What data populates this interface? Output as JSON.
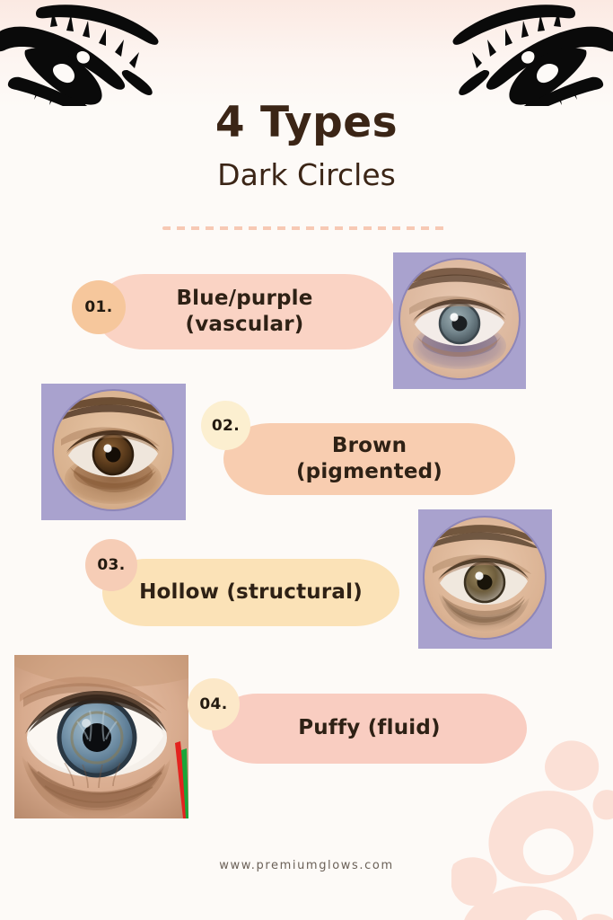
{
  "page": {
    "background_color": "#fdfaf7",
    "accent_peach": "#f7cdb0",
    "accent_pink": "#f9cfc2",
    "accent_cream": "#fbe3b9",
    "text_color": "#3b2516"
  },
  "header": {
    "title": "4 Types",
    "subtitle": "Dark Circles",
    "divider_color": "#f6c0a8"
  },
  "decor": {
    "left_eye_icon": "eye-silhouette-icon",
    "right_eye_icon": "eye-silhouette-icon",
    "corner_blob": "organic-blob-decoration"
  },
  "items": [
    {
      "number": "01.",
      "label": "Blue/purple\n(vascular)",
      "label_line1": "Blue/purple",
      "label_line2": "(vascular)",
      "pill_color": "#fad3c4",
      "badge_color": "#f6c79c",
      "photo_side": "right",
      "photo_name": "eye-photo-vascular",
      "photo_frame": "#a9a2ce"
    },
    {
      "number": "02.",
      "label": "Brown\n(pigmented)",
      "label_line1": "Brown",
      "label_line2": "(pigmented)",
      "pill_color": "#f8cdb0",
      "badge_color": "#fcefd0",
      "photo_side": "left",
      "photo_name": "eye-photo-pigmented",
      "photo_frame": "#a9a2ce"
    },
    {
      "number": "03.",
      "label": "Hollow (structural)",
      "label_line1": "Hollow (structural)",
      "label_line2": "",
      "pill_color": "#fbe2b7",
      "badge_color": "#f6cdb6",
      "photo_side": "right",
      "photo_name": "eye-photo-hollow",
      "photo_frame": "#a9a2ce"
    },
    {
      "number": "04.",
      "label": "Puffy (fluid)",
      "label_line1": "Puffy (fluid)",
      "label_line2": "",
      "pill_color": "#f9cdc1",
      "badge_color": "#fce8c8",
      "photo_side": "left",
      "photo_name": "eye-photo-puffy",
      "photo_frame": "none"
    }
  ],
  "footer": {
    "website": "www.premiumglows.com"
  }
}
